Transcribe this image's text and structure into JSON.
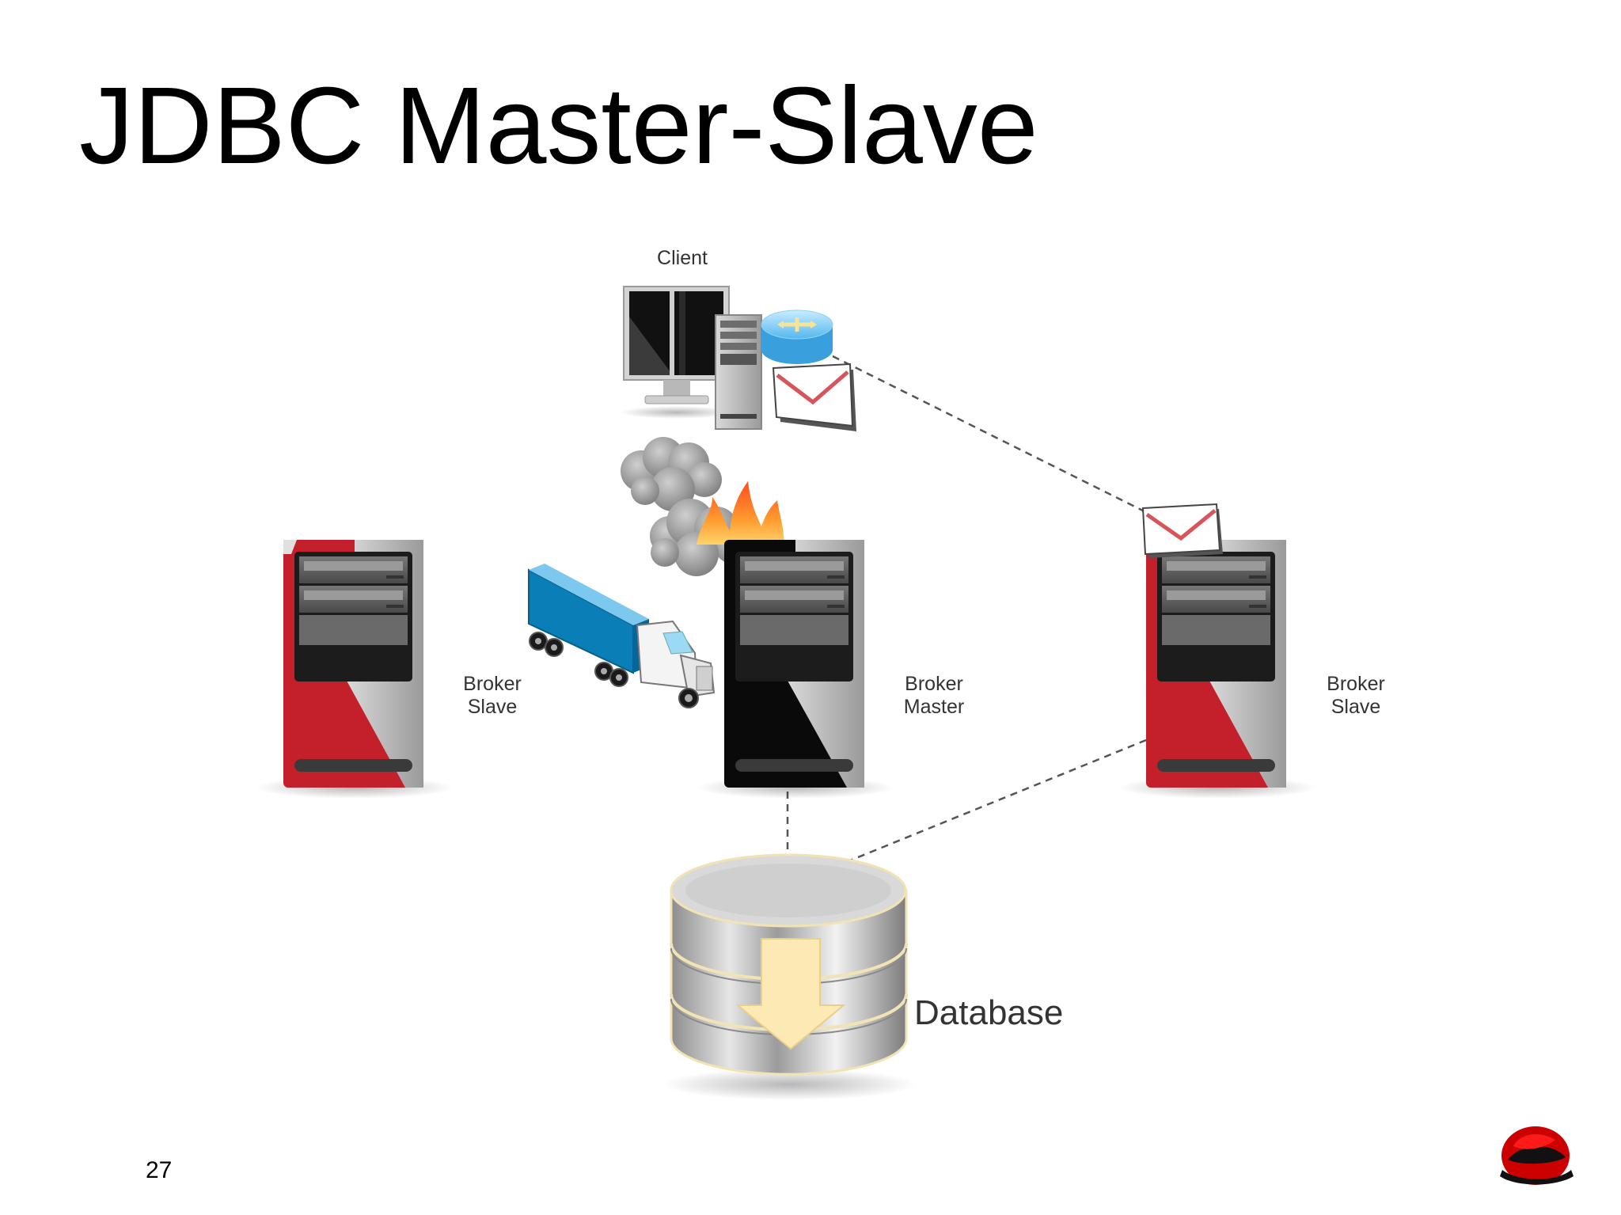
{
  "slide": {
    "title": "JDBC Master-Slave",
    "page_number": "27"
  },
  "diagram": {
    "client_label": "Client",
    "nodes": [
      {
        "id": "left",
        "line1": "Broker",
        "line2": "Slave"
      },
      {
        "id": "master",
        "line1": "Broker",
        "line2": "Master"
      },
      {
        "id": "right",
        "line1": "Broker",
        "line2": "Slave"
      }
    ],
    "database_label": "Database"
  },
  "colors": {
    "brand_red": "#c4202b",
    "master_black": "#0a0a0a",
    "truck_blue": "#0a7fb7",
    "arrow_cream": "#fde9b4"
  },
  "icons": [
    "desktop-computer-icon",
    "router-icon",
    "envelope-icon",
    "smoke-cloud-icon",
    "fire-icon",
    "truck-icon",
    "server-tower-icon",
    "database-cylinder-icon",
    "redhat-logo-icon"
  ]
}
